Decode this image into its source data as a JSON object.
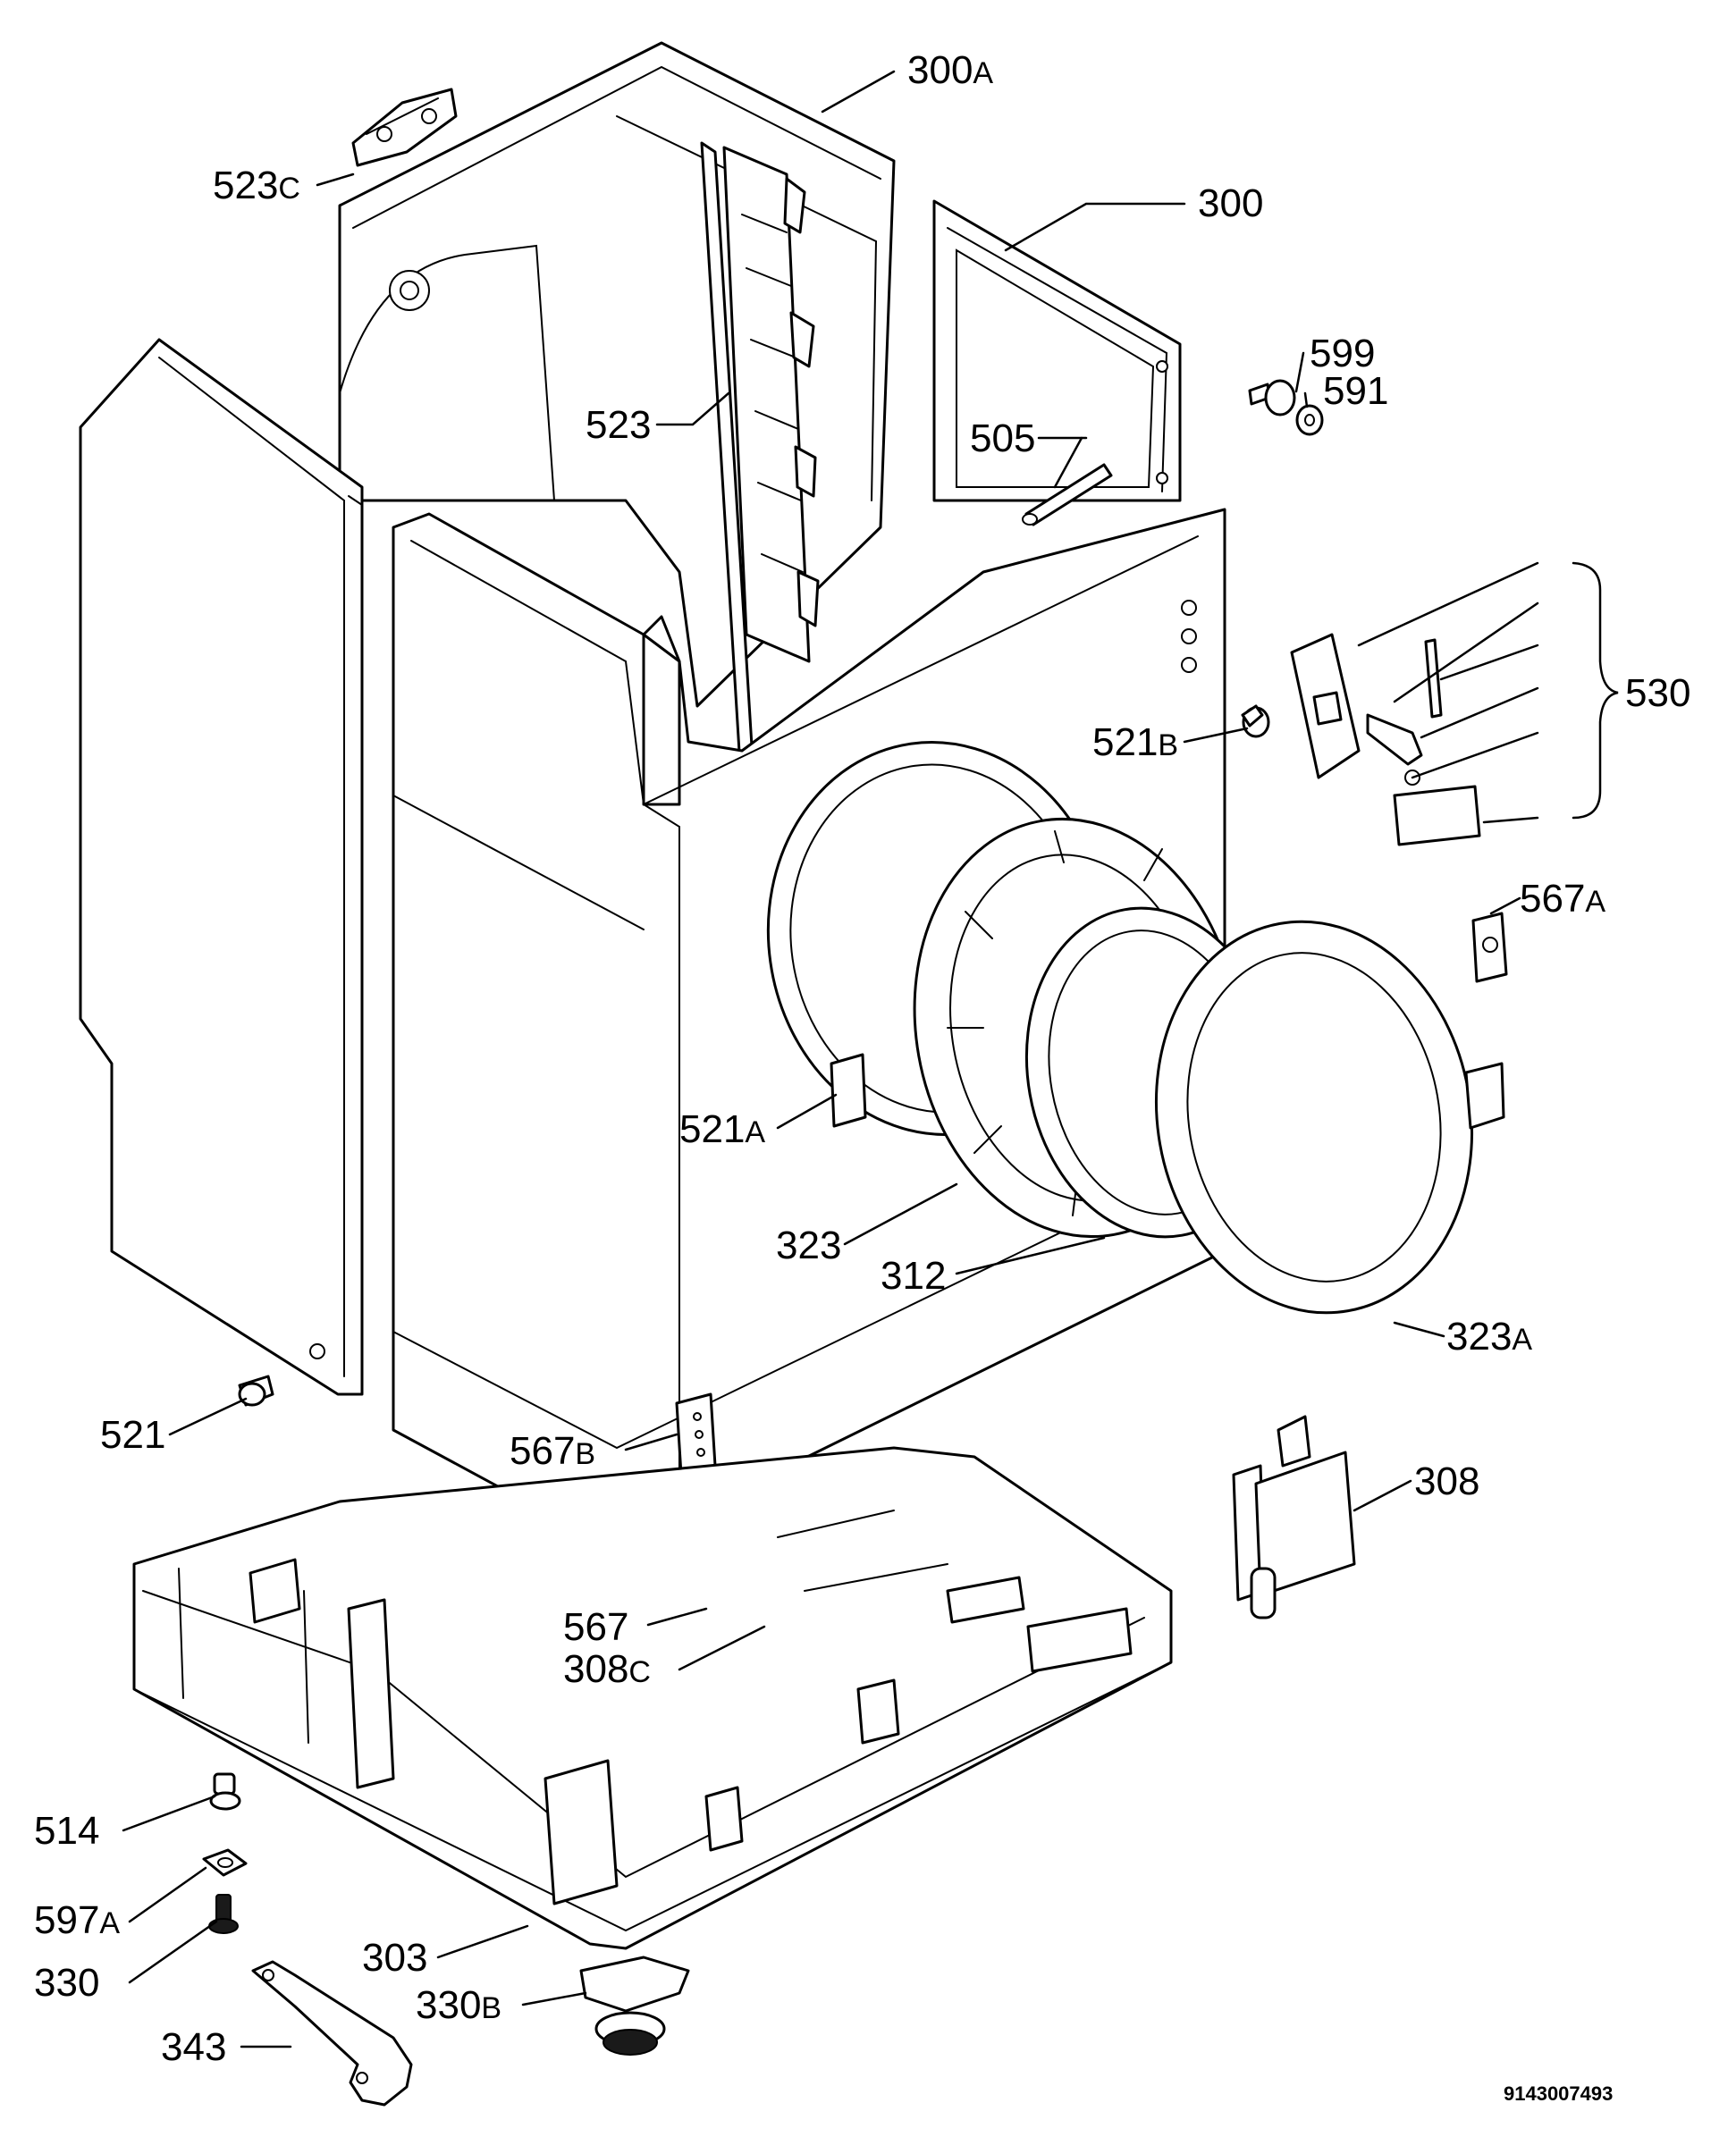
{
  "labels": {
    "p300A": {
      "num": "300",
      "suffix": "A"
    },
    "p300": {
      "num": "300",
      "suffix": ""
    },
    "p523C": {
      "num": "523",
      "suffix": "C"
    },
    "p523": {
      "num": "523",
      "suffix": ""
    },
    "p599": {
      "num": "599",
      "suffix": ""
    },
    "p591": {
      "num": "591",
      "suffix": ""
    },
    "p505": {
      "num": "505",
      "suffix": ""
    },
    "p530": {
      "num": "530",
      "suffix": ""
    },
    "p521B": {
      "num": "521",
      "suffix": "B"
    },
    "p567A": {
      "num": "567",
      "suffix": "A"
    },
    "p521A": {
      "num": "521",
      "suffix": "A"
    },
    "p323": {
      "num": "323",
      "suffix": ""
    },
    "p312": {
      "num": "312",
      "suffix": ""
    },
    "p323A": {
      "num": "323",
      "suffix": "A"
    },
    "p521": {
      "num": "521",
      "suffix": ""
    },
    "p567B": {
      "num": "567",
      "suffix": "B"
    },
    "p308": {
      "num": "308",
      "suffix": ""
    },
    "p567": {
      "num": "567",
      "suffix": ""
    },
    "p308C": {
      "num": "308",
      "suffix": "C"
    },
    "p514": {
      "num": "514",
      "suffix": ""
    },
    "p597A": {
      "num": "597",
      "suffix": "A"
    },
    "p330": {
      "num": "330",
      "suffix": ""
    },
    "p303": {
      "num": "303",
      "suffix": ""
    },
    "p330B": {
      "num": "330",
      "suffix": "B"
    },
    "p343": {
      "num": "343",
      "suffix": ""
    }
  },
  "document_number": "9143007493"
}
